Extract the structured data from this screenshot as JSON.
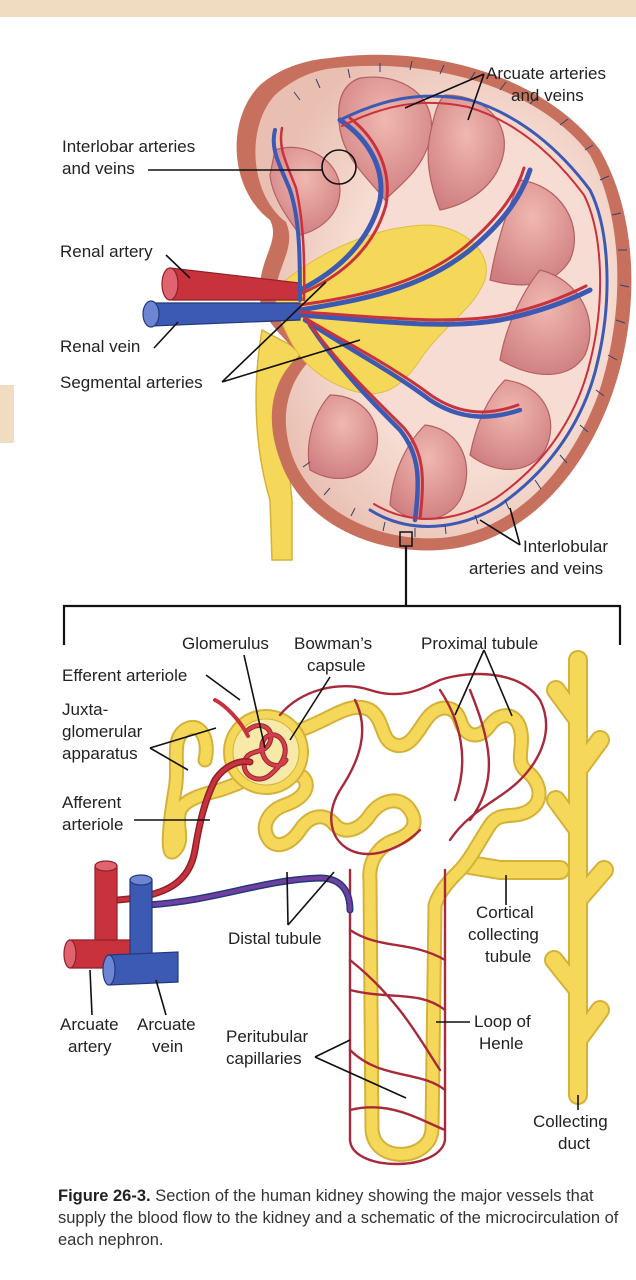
{
  "labels": {
    "arcuate_arteries_veins": [
      "Arcuate arteries",
      "and veins"
    ],
    "interlobar": [
      "Interlobar arteries",
      "and veins"
    ],
    "renal_artery": "Renal artery",
    "renal_vein": "Renal vein",
    "segmental_arteries": "Segmental arteries",
    "interlobular": [
      "Interlobular",
      "arteries and veins"
    ],
    "glomerulus": "Glomerulus",
    "bowmans_capsule": [
      "Bowman’s",
      "capsule"
    ],
    "proximal_tubule": "Proximal tubule",
    "efferent_arteriole": "Efferent arteriole",
    "juxtaglomerular": [
      "Juxta-",
      "glomerular",
      "apparatus"
    ],
    "afferent_arteriole": [
      "Afferent",
      "arteriole"
    ],
    "distal_tubule": "Distal tubule",
    "cortical_collecting": [
      "Cortical",
      "collecting",
      "tubule"
    ],
    "arcuate_artery": [
      "Arcuate",
      "artery"
    ],
    "arcuate_vein": [
      "Arcuate",
      "vein"
    ],
    "peritubular": [
      "Peritubular",
      "capillaries"
    ],
    "loop_of_henle": [
      "Loop of",
      "Henle"
    ],
    "collecting_duct": [
      "Collecting",
      "duct"
    ]
  },
  "caption": {
    "figure_number": "Figure 26-3.",
    "text": " Section of the human kidney showing the major vessels that supply the blood flow to the kidney and a schematic of the microcirculation of each nephron."
  },
  "colors": {
    "artery": "#c8323c",
    "vein": "#3c5ab4",
    "tubule": "#f5d85a",
    "cortex": "#e8b4a8",
    "capsule_edge": "#c86a5a",
    "pyramid": "#d98a8a",
    "topbar": "#f0dcc0"
  }
}
